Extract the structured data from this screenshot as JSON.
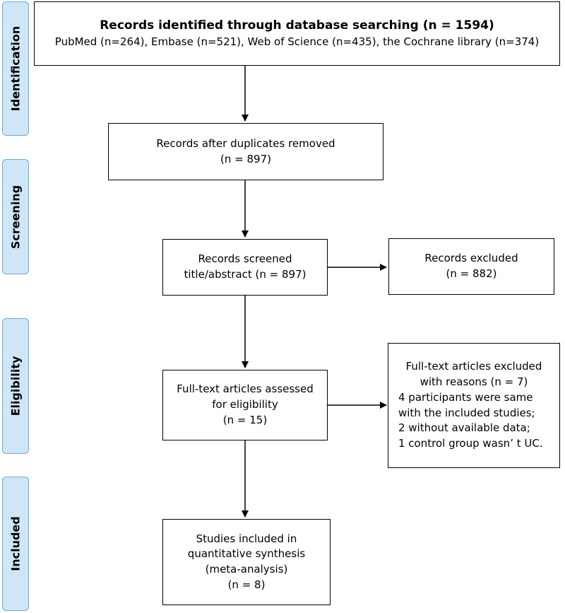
{
  "stages": {
    "identification": "Identification",
    "screening": "Screening",
    "eligibility": "Eligibility",
    "included": "Included"
  },
  "boxes": {
    "identified": {
      "title": "Records identified through database searching (n = 1594)",
      "sources": "PubMed (n=264), Embase (n=521), Web of Science (n=435), the Cochrane library (n=374)"
    },
    "duplicates": {
      "line1": "Records after duplicates removed",
      "line2": "(n = 897)"
    },
    "screened": {
      "line1": "Records screened",
      "line2": "title/abstract (n = 897)"
    },
    "excluded": {
      "line1": "Records excluded",
      "line2": "(n = 882)"
    },
    "fulltext": {
      "line1": "Full-text articles assessed",
      "line2": "for eligibility",
      "line3": "(n = 15)"
    },
    "fulltext_excluded": {
      "line1": "Full-text articles excluded",
      "line2": "with reasons (n = 7)",
      "line3": "4  participants  were  same",
      "line4": "with the included studies;",
      "line5": "2 without available data;",
      "line6": "1 control group wasn’ t UC."
    },
    "included": {
      "line1": "Studies included in",
      "line2": "quantitative synthesis",
      "line3": "(meta-analysis)",
      "line4": "(n = 8)"
    }
  }
}
